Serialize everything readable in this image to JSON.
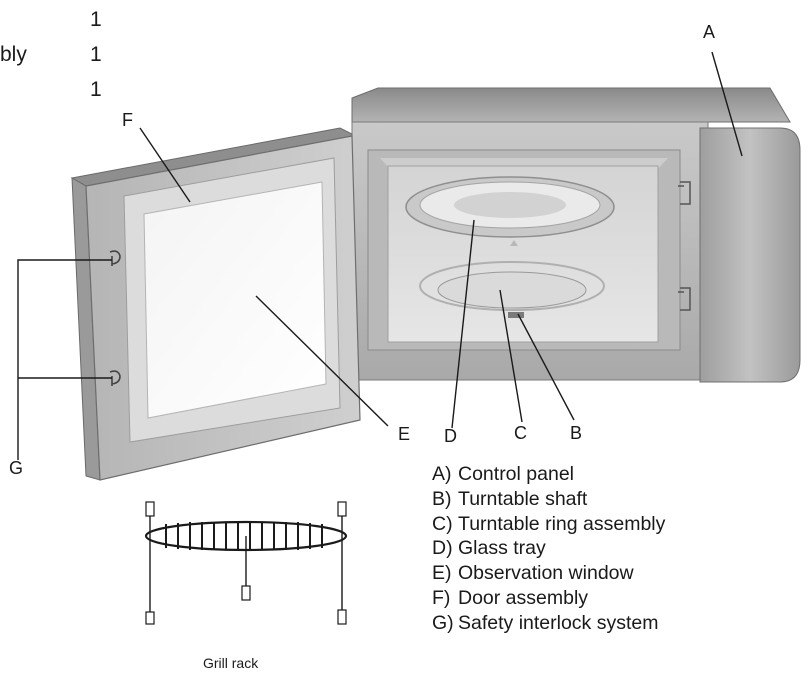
{
  "parts_list_fragment": {
    "partial_label": "bly",
    "quantities": [
      "1",
      "1",
      "1"
    ]
  },
  "callouts": {
    "A": "A",
    "B": "B",
    "C": "C",
    "D": "D",
    "E": "E",
    "F": "F",
    "G": "G"
  },
  "legend": [
    {
      "key": "A)",
      "text": "Control panel"
    },
    {
      "key": "B)",
      "text": "Turntable shaft"
    },
    {
      "key": "C)",
      "text": "Turntable ring assembly"
    },
    {
      "key": "D)",
      "text": "Glass tray"
    },
    {
      "key": "E)",
      "text": "Observation window"
    },
    {
      "key": "F)",
      "text": "Door assembly"
    },
    {
      "key": "G)",
      "text": "Safety interlock system"
    }
  ],
  "grill_rack_caption": "Grill rack"
}
